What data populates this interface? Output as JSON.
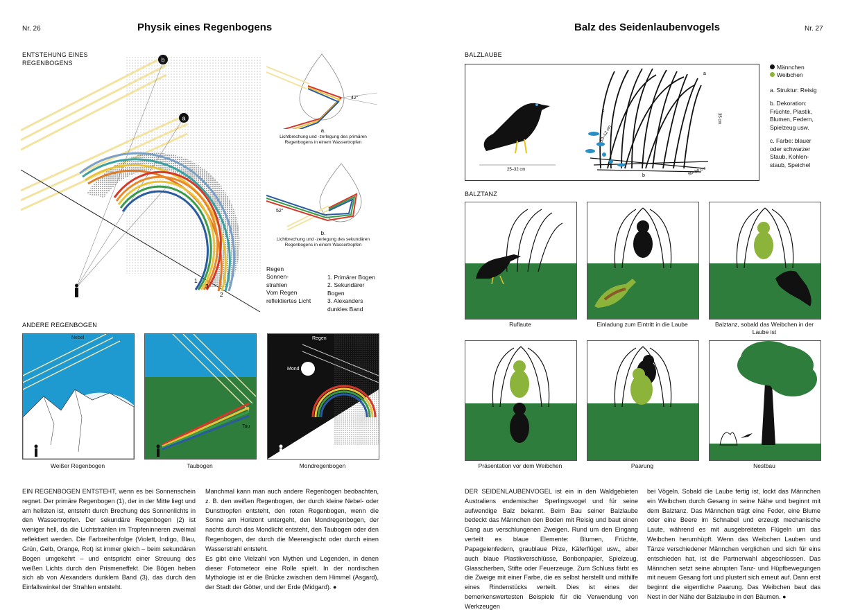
{
  "left": {
    "page_number": "Nr. 26",
    "title": "Physik eines Regenbogens",
    "section1": "ENTSTEHUNG EINES REGENBOGENS",
    "marker_a": "a",
    "marker_b": "b",
    "angle_primary": "42°",
    "angle_secondary": "52°",
    "cap_a_letter": "a.",
    "cap_a_text": "Lichtbrechung und -zerlegung des primären Regenbogens in einem Wassertropfen",
    "cap_b_letter": "b.",
    "cap_b_text": "Lichtbrechung und -zerlegung des sekundären Regenbogens in einem Wassertropfen",
    "arc_labels": [
      "1",
      "2",
      "3"
    ],
    "legend1": [
      "Regen",
      "Sonnen-strahlen",
      "Vom Regen reflektiertes Licht"
    ],
    "legend2": [
      "1. Primärer Bogen",
      "2. Sekundärer Bogen",
      "3. Alexanders dunkles Band"
    ],
    "section2": "ANDERE REGENBOGEN",
    "panels": [
      {
        "caption": "Weißer Regenbogen",
        "label": "Nebel"
      },
      {
        "caption": "Taubogen",
        "label": "Tau"
      },
      {
        "caption": "Mondregenbogen",
        "label": "Regen",
        "label2": "Mond"
      }
    ],
    "text_col1": "EIN REGENBOGEN ENTSTEHT, wenn es bei Sonnenschein regnet. Der primäre Regenbogen (1), der in der Mitte liegt und am hellsten ist, entsteht durch Brechung des Sonnenlichts in den Wassertropfen. Der sekundäre Regenbogen (2) ist weniger hell, da die Lichtstrahlen im Tropfeninneren zweimal reflektiert werden. Die Farbreihenfolge (Violett, Indigo, Blau, Grün, Gelb, Orange, Rot) ist immer gleich – beim sekundären Bogen umgekehrt – und entspricht einer Streuung des weißen Lichts durch den Prismeneffekt. Die Bögen heben sich ab von Alexanders dunklem Band (3), das durch den Einfallswinkel der Strahlen entsteht.",
    "text_col2": "Manchmal kann man auch andere Regenbogen beobachten, z. B. den weißen Regenbogen, der durch kleine Nebel- oder Dunsttropfen entsteht, den roten Regenbogen, wenn die Sonne am Horizont untergeht, den Mondregenbogen, der nachts durch das Mondlicht entsteht, den Taubogen oder den Regenbogen, der durch die Meeresgischt oder durch einen Wasserstrahl entsteht.\n    Es gibt eine Vielzahl von Mythen und Legenden, in denen dieser Fotometeor eine Rolle spielt. In der nordischen Mythologie ist er die Brücke zwischen dem Himmel (Asgard), der Stadt der Götter, und der Erde (Midgard). ●"
  },
  "right": {
    "page_number": "Nr. 27",
    "title": "Balz des Seidenlaubenvogels",
    "section1": "BALZLAUBE",
    "dims": [
      "25–32 cm",
      "10–12 cm",
      "35 cm",
      "60–90 cm"
    ],
    "letters": [
      "a",
      "b",
      "c"
    ],
    "legend": {
      "male": "Männchen",
      "female": "Weibchen",
      "a": "a. Struktur: Reisig",
      "b": "b. Dekoration: Früchte, Plastik, Blumen, Federn, Spielzeug usw.",
      "c": "c. Farbe: blauer oder schwarzer Staub, Kohlen-staub, Speichel"
    },
    "section2": "BALZTANZ",
    "panels": [
      "Ruflaute",
      "Einladung zum Eintritt in die Laube",
      "Balztanz, sobald das Weibchen in der Laube ist",
      "Präsentation vor dem Weibchen",
      "Paarung",
      "Nestbau"
    ],
    "text_col1": "DER SEIDENLAUBENVOGEL ist ein in den Waldgebieten Australiens endemischer Sperlingsvogel und für seine aufwendige Balz bekannt. Beim Bau seiner Balzlaube bedeckt das Männchen den Boden mit Reisig und baut einen Gang aus verschlungenen Zweigen. Rund um den Eingang verteilt es blaue Elemente: Blumen, Früchte, Papageienfedern, graublaue Pilze, Käferflügel usw., aber auch blaue Plastikverschlüsse, Bonbonpapier, Spielzeug, Glasscherben, Stifte oder Feuerzeuge. Zum Schluss färbt es die Zweige mit einer Farbe, die es selbst herstellt und mithilfe eines Rindenstücks verteilt. Dies ist eines der bemerkenswertesten Beispiele für die Verwendung von Werkzeugen",
    "text_col2": "bei Vögeln. Sobald die Laube fertig ist, lockt das Männchen ein Weibchen durch Gesang in seine Nähe und beginnt mit dem Balztanz. Das Männchen trägt eine Feder, eine Blume oder eine Beere im Schnabel und erzeugt mechanische Laute, während es mit ausgebreiteten Flügeln um das Weibchen herumhüpft. Wenn das Weibchen Lauben und Tänze verschiedener Männchen verglichen und sich für eins entschieden hat, ist die Partnerwahl abgeschlossen. Das Männchen setzt seine abrupten Tanz- und Hüpfbewegungen mit neuem Gesang fort und plustert sich erneut auf. Dann erst beginnt die eigentliche Paarung. Das Weibchen baut das Nest in der Nähe der Balzlaube in den Bäumen. ●"
  }
}
